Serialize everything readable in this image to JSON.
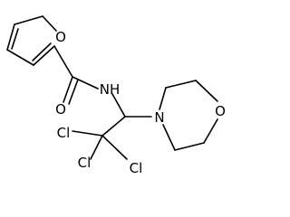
{
  "molecule": {
    "atoms": {
      "furan_o": "O",
      "carbonyl_o": "O",
      "amide_n": "NH",
      "morpholine_n": "N",
      "morpholine_o": "O",
      "cl_1": "Cl",
      "cl_2": "Cl",
      "cl_3": "Cl"
    }
  }
}
